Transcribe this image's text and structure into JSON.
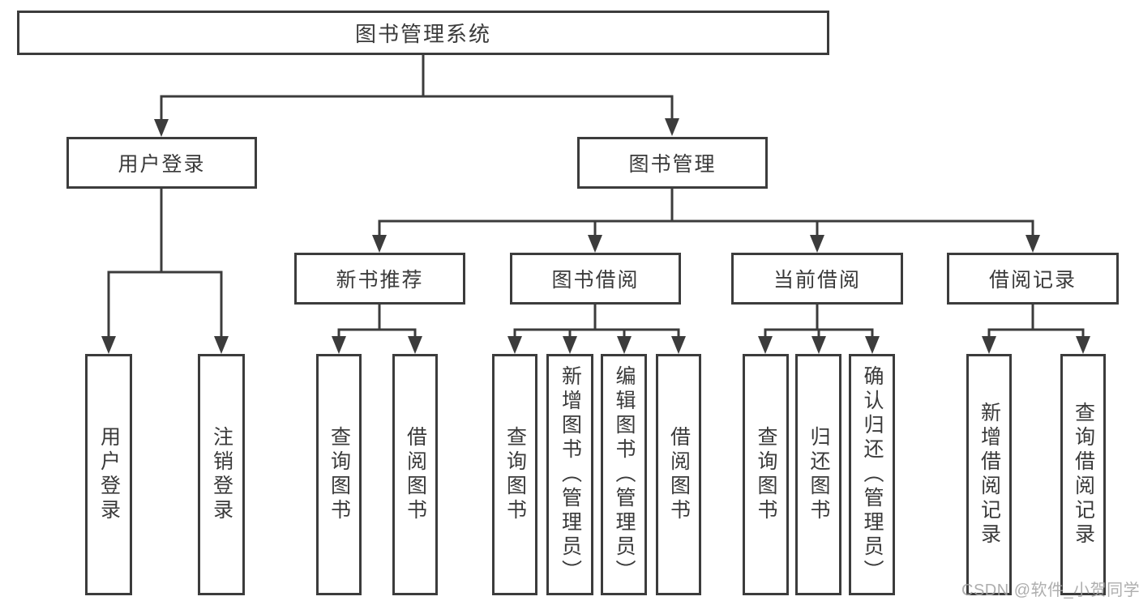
{
  "colors": {
    "background": "#ffffff",
    "line": "#3c3c3c",
    "text": "#3a3a3a",
    "watermark": "#a3a3a3"
  },
  "tree": {
    "root": {
      "label": "图书管理系统"
    },
    "user_login": {
      "label": "用户登录",
      "children": [
        {
          "label": "用户登录"
        },
        {
          "label": "注销登录"
        }
      ]
    },
    "book_management": {
      "label": "图书管理",
      "children": [
        {
          "label": "新书推荐",
          "children": [
            {
              "label": "查询图书"
            },
            {
              "label": "借阅图书"
            }
          ]
        },
        {
          "label": "图书借阅",
          "children": [
            {
              "label": "查询图书"
            },
            {
              "label": "新增图书（管理员）"
            },
            {
              "label": "编辑图书（管理员）"
            },
            {
              "label": "借阅图书"
            }
          ]
        },
        {
          "label": "当前借阅",
          "children": [
            {
              "label": "查询图书"
            },
            {
              "label": "归还图书"
            },
            {
              "label": "确认归还（管理员）"
            }
          ]
        },
        {
          "label": "借阅记录",
          "children": [
            {
              "label": "新增借阅记录"
            },
            {
              "label": "查询借阅记录"
            }
          ]
        }
      ]
    }
  },
  "watermark": {
    "text": "CSDN @软件_小贺同学"
  }
}
